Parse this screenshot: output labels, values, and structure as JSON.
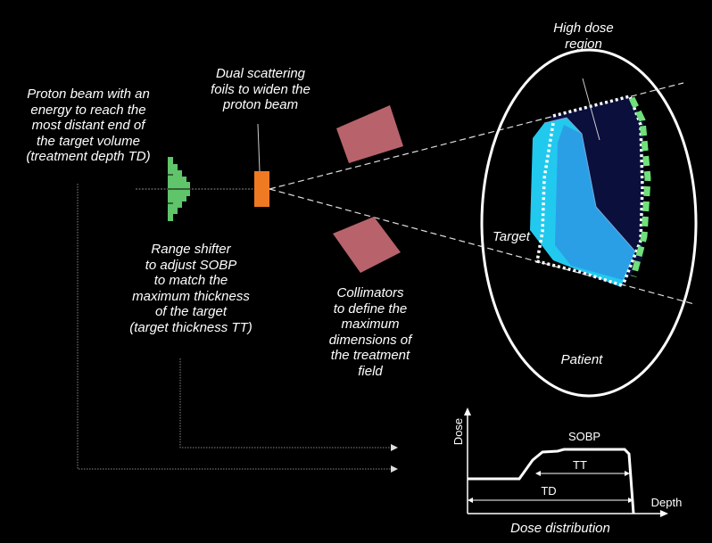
{
  "labels": {
    "proton_beam": [
      "Proton beam with an",
      "energy to reach the",
      "most distant end of",
      "the target volume",
      "(treatment depth TD)"
    ],
    "scattering_foils": [
      "Dual scattering",
      "foils to widen the",
      "proton beam"
    ],
    "range_shifter": [
      "Range shifter",
      "to adjust SOBP",
      "to match the",
      "maximum thickness",
      "of the target",
      "(target thickness TT)"
    ],
    "collimators": [
      "Collimators",
      "to define the",
      "maximum",
      "dimensions of",
      "the treatment",
      "field"
    ],
    "high_dose": [
      "High dose",
      "region"
    ],
    "target": "Target",
    "patient": "Patient"
  },
  "dose_graph": {
    "y_axis_label": "Dose",
    "x_axis_label": "Depth",
    "sobp_label": "SOBP",
    "tt_label": "TT",
    "td_label": "TD",
    "caption": "Dose distribution"
  },
  "colors": {
    "background": "#000000",
    "range_shifter": "#5fc46a",
    "scattering_foil": "#f07a22",
    "collimator": "#b8636b",
    "target_fill": "#22c9ee",
    "target_inner": "#2a9fe6",
    "high_dose_fill": "#0a0f3c",
    "distal_edge": "#6fe07a",
    "outline": "#ffffff"
  }
}
